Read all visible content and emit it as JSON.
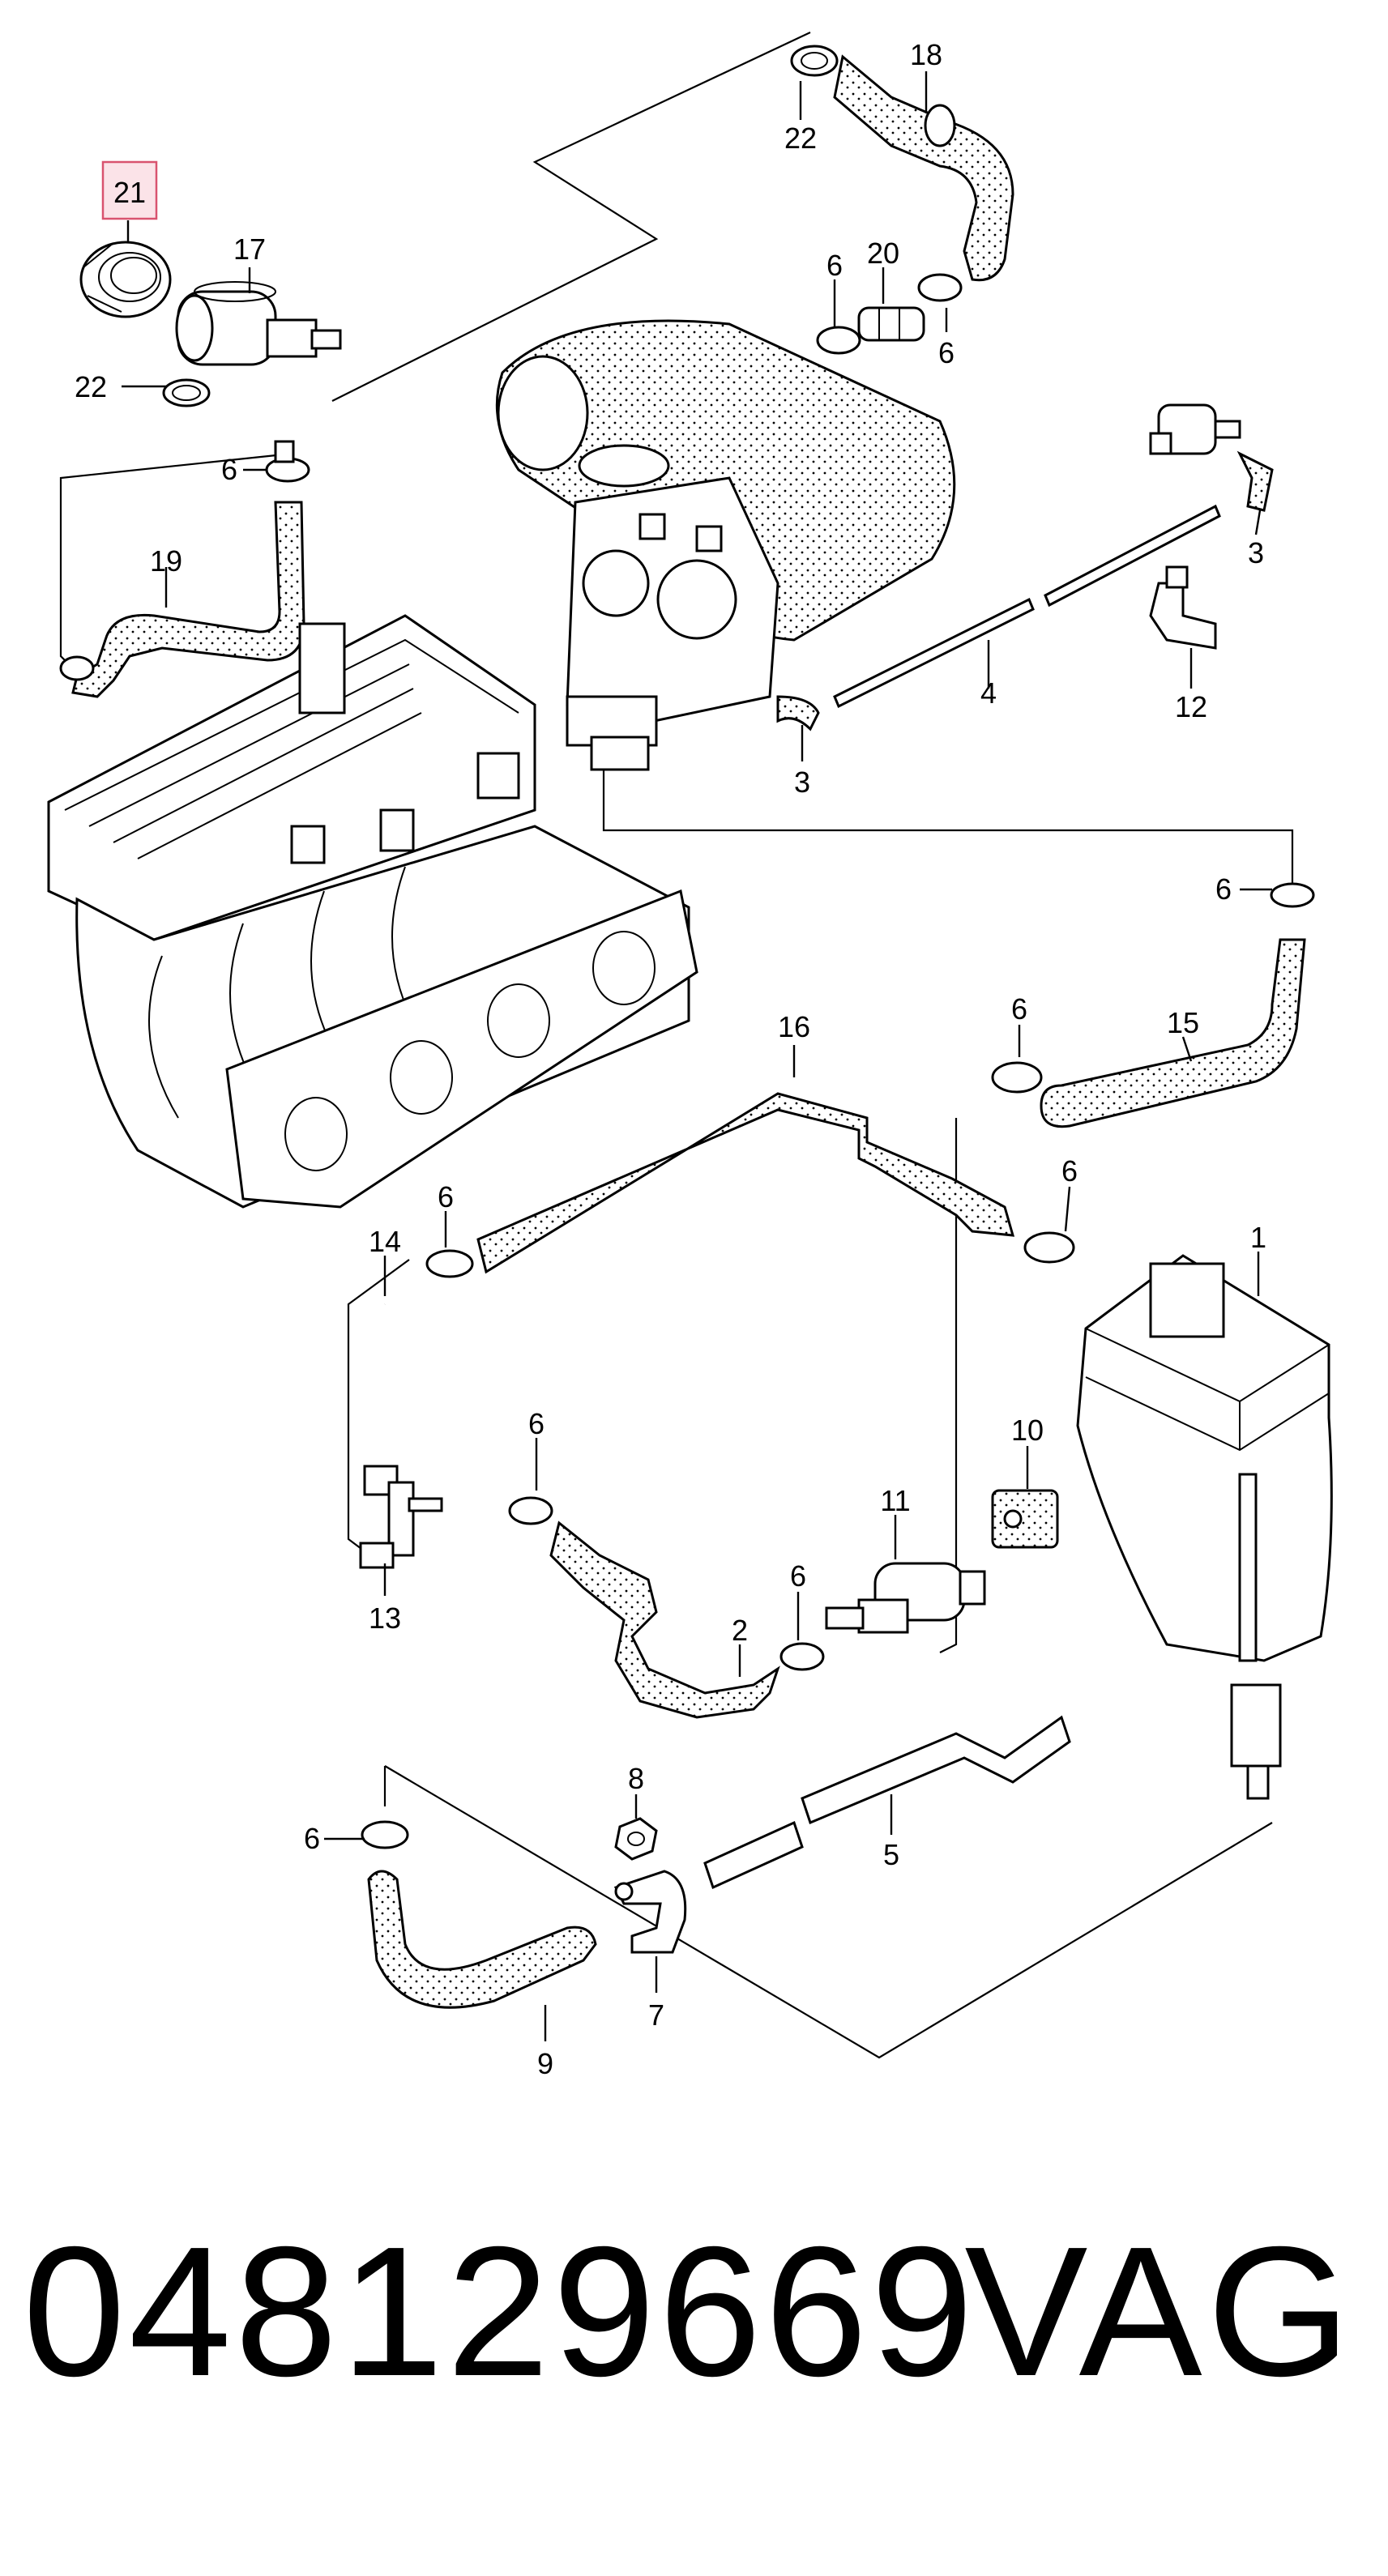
{
  "diagram": {
    "highlighted_part": "21",
    "highlight_color": "#d9536f",
    "highlight_fill": "#fbe3e8",
    "labels": {
      "p1": "1",
      "p2": "2",
      "p3a": "3",
      "p3b": "3",
      "p4": "4",
      "p5": "5",
      "p6a": "6",
      "p6b": "6",
      "p6c": "6",
      "p6d": "6",
      "p6e": "6",
      "p6f": "6",
      "p6g": "6",
      "p6h": "6",
      "p6i": "6",
      "p6j": "6",
      "p7": "7",
      "p8": "8",
      "p9": "9",
      "p10": "10",
      "p11": "11",
      "p12": "12",
      "p13": "13",
      "p14": "14",
      "p15": "15",
      "p16": "16",
      "p17": "17",
      "p18": "18",
      "p19": "19",
      "p20": "20",
      "p21": "21",
      "p22a": "22",
      "p22b": "22"
    }
  },
  "footer": {
    "part_number": "048129669",
    "brand": "VAG"
  }
}
